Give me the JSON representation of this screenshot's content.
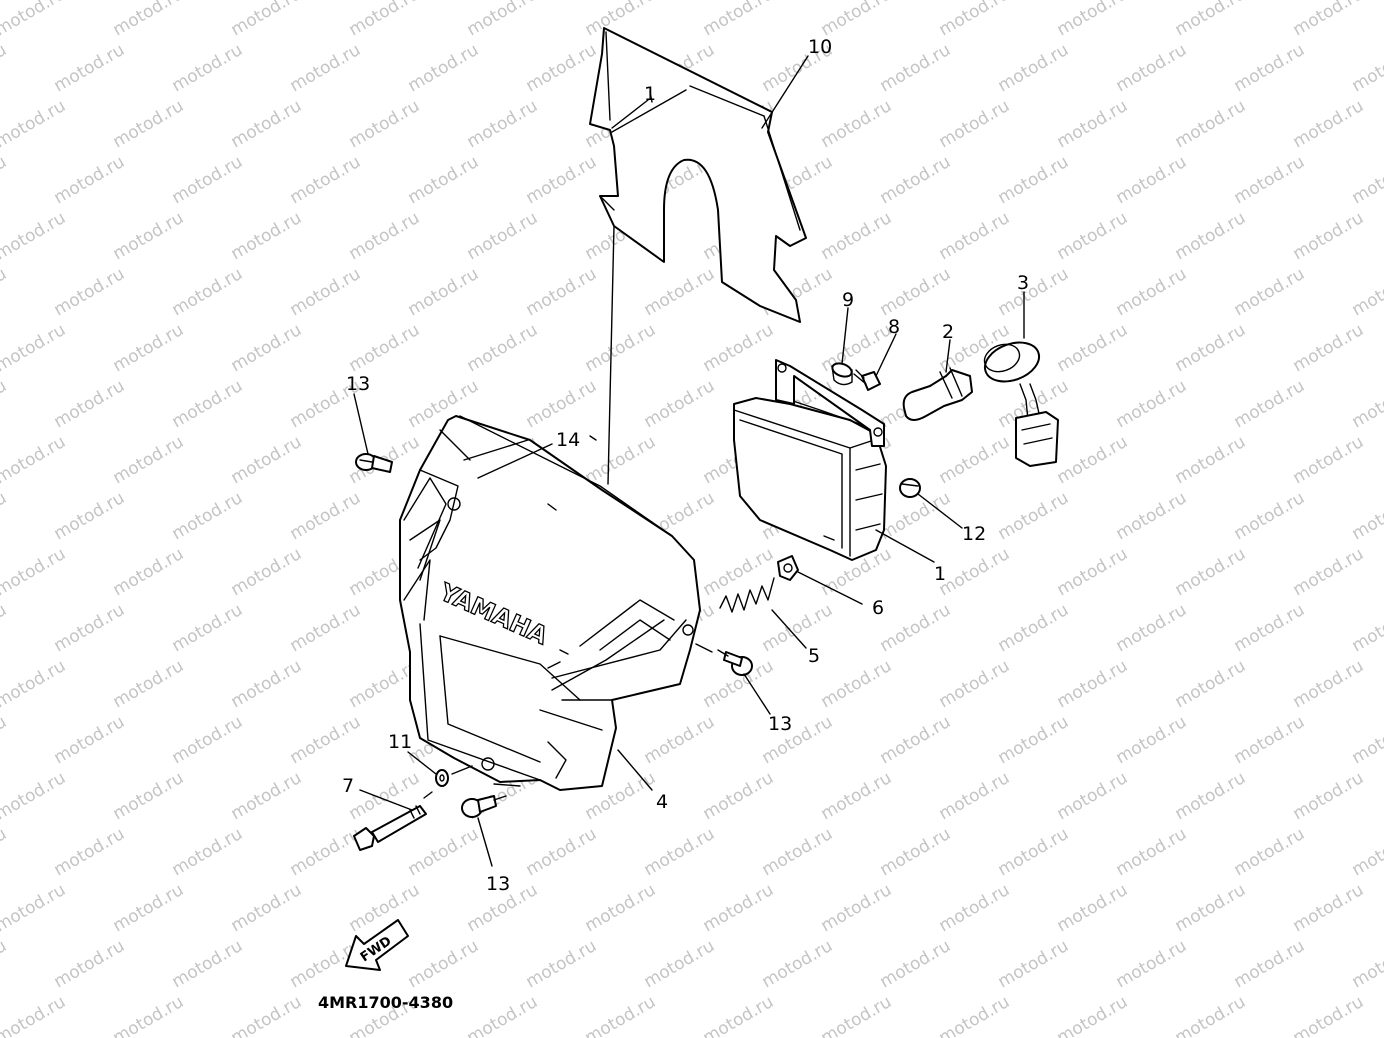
{
  "watermark": "motod.ru",
  "drawing_code": "4MR1700-4380",
  "brand_text": "YAMAHA",
  "fwd_text": "FWD",
  "callouts": {
    "c1_top": "1",
    "c1_lamp": "1",
    "c2": "2",
    "c3": "3",
    "c4": "4",
    "c5": "5",
    "c6": "6",
    "c7": "7",
    "c8": "8",
    "c9": "9",
    "c10": "10",
    "c11": "11",
    "c12": "12",
    "c13_a": "13",
    "c13_b": "13",
    "c13_c": "13",
    "c14": "14"
  }
}
